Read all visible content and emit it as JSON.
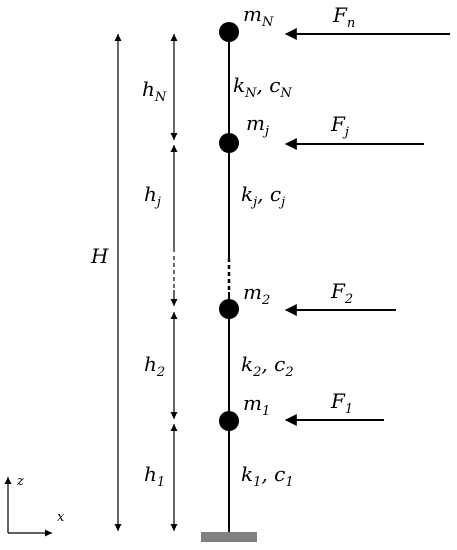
{
  "axes": {
    "vertical": "z",
    "horizontal": "x"
  },
  "total_height": "H",
  "floors": [
    {
      "id": "1",
      "mass": "m",
      "mass_sub": "1",
      "height": "h",
      "height_sub": "1",
      "stiff": "k",
      "stiff_sub": "1",
      "damp": "c",
      "damp_sub": "1",
      "force": "F",
      "force_sub": "1"
    },
    {
      "id": "2",
      "mass": "m",
      "mass_sub": "2",
      "height": "h",
      "height_sub": "2",
      "stiff": "k",
      "stiff_sub": "2",
      "damp": "c",
      "damp_sub": "2",
      "force": "F",
      "force_sub": "2"
    },
    {
      "id": "j",
      "mass": "m",
      "mass_sub": "j",
      "height": "h",
      "height_sub": "j",
      "stiff": "k",
      "stiff_sub": "j",
      "damp": "c",
      "damp_sub": "j",
      "force": "F",
      "force_sub": "j"
    },
    {
      "id": "N",
      "mass": "m",
      "mass_sub": "N",
      "height": "h",
      "height_sub": "N",
      "stiff": "k",
      "stiff_sub": "N",
      "damp": "c",
      "damp_sub": "N",
      "force": "F",
      "force_sub": "n"
    }
  ],
  "separator": ",",
  "colors": {
    "line": "#000000",
    "base": "#808080"
  }
}
